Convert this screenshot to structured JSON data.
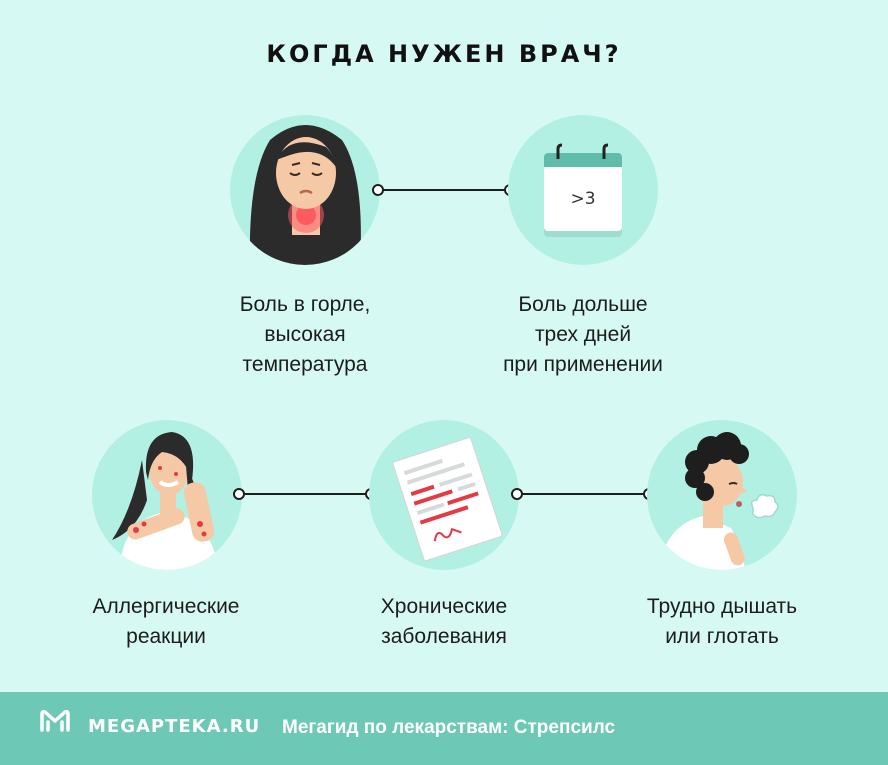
{
  "title": "КОГДА НУЖЕН ВРАЧ?",
  "items": [
    {
      "id": "sore-throat",
      "lines": [
        "Боль в горле,",
        "высокая",
        "температура"
      ]
    },
    {
      "id": "pain-3-days",
      "lines": [
        "Боль дольше",
        "трех дней",
        "при применении"
      ],
      "calendar_text": ">3"
    },
    {
      "id": "allergy",
      "lines": [
        "Аллергические",
        "реакции"
      ]
    },
    {
      "id": "chronic",
      "lines": [
        "Хронические",
        "заболевания"
      ]
    },
    {
      "id": "breathing",
      "lines": [
        "Трудно дышать",
        "или глотать"
      ]
    }
  ],
  "footer": {
    "brand": "MEGAPTEKA.RU",
    "tagline": "Мегагид по лекарствам: Стрепсилс"
  },
  "colors": {
    "background": "#d6faf3",
    "circle": "#b3f0e4",
    "footer": "#6ec8b6",
    "accent_red": "#e53945"
  }
}
